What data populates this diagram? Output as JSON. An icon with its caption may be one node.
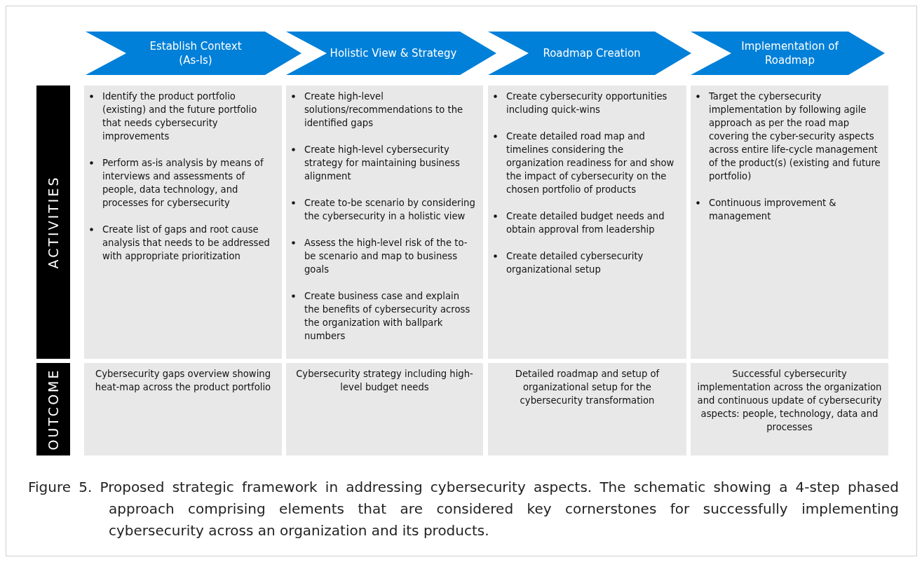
{
  "diagram": {
    "caption": "Figure 5. Proposed strategic framework in addressing cybersecurity aspects. The schematic showing a 4-step phased approach comprising elements that are considered key cornerstones for successfully implementing cybersecurity across an organization and its products.",
    "nodes": [
      {
        "text": [
          "Establish Context",
          "(As-Is)"
        ]
      },
      {
        "text": [
          "Holistic View & Strategy"
        ]
      },
      {
        "text": [
          "Roadmap Creation"
        ]
      },
      {
        "text": [
          "Implementation of Roadmap"
        ]
      },
      {
        "text": [
          "ACTIVITIES"
        ]
      },
      {
        "text": [
          "Identify the product portfolio (existing) and the future portfolio that needs cybersecurity improvements",
          "Perform as-is analysis by means of interviews and assessments of people, data technology, and processes for cybersecurity",
          "Create list of gaps and root cause analysis that needs to be addressed with appropriate prioritization"
        ]
      },
      {
        "text": [
          "Create high-level solutions/recommendations to the identified gaps",
          "Create high-level cybersecurity strategy for maintaining business alignment",
          "Create to-be scenario by considering the cybersecurity in a holistic view",
          "Assess the high-level risk of the to-be scenario and map to business goals",
          "Create business case and explain the benefits of cybersecurity across the organization with ballpark numbers"
        ]
      },
      {
        "text": [
          "Create cybersecurity opportunities including quick-wins",
          "Create detailed road map and timelines considering the organization readiness for and show the impact of cybersecurity on the chosen portfolio of products",
          "Create detailed budget needs and obtain approval from leadership",
          "Create detailed cybersecurity organizational setup"
        ]
      },
      {
        "text": [
          "Target the cybersecurity implementation by following agile approach as per the road map covering the cyber-security aspects across entire life-cycle management of the product(s) (existing and future portfolio)",
          "Continuous improvement & management"
        ]
      },
      {
        "text": [
          "OUTCOME"
        ]
      },
      {
        "text": [
          "Cybersecurity gaps overview showing heat-map across the product portfolio"
        ]
      },
      {
        "text": [
          "Cybersecurity strategy including high-level budget needs"
        ]
      },
      {
        "text": [
          "Detailed roadmap and setup of organizational setup for the cybersecurity transformation"
        ]
      },
      {
        "text": [
          "Successful cybersecurity implementation across the organization and continuous update of cybersecurity aspects: people, technology, data and processes"
        ]
      }
    ],
    "edges": []
  }
}
